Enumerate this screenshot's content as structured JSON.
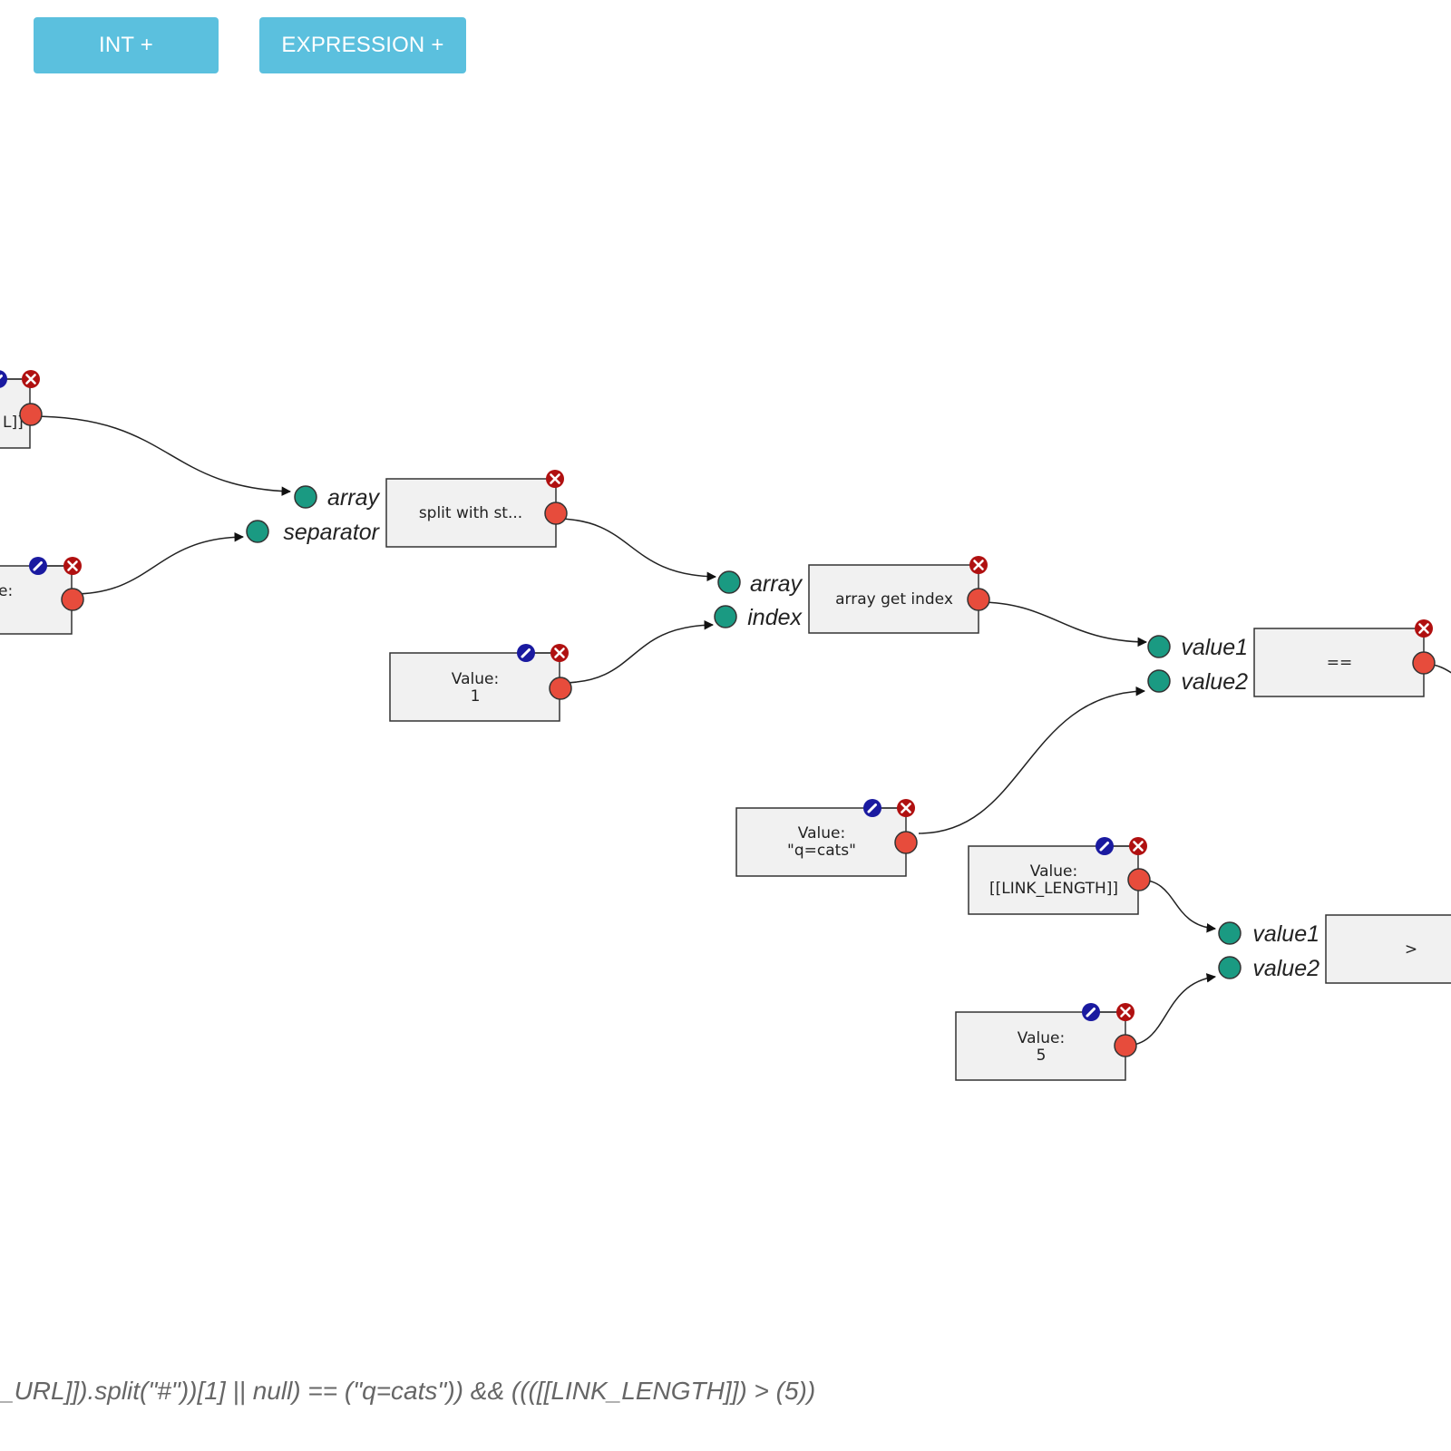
{
  "toolbar": {
    "int_button_label": "INT +",
    "expression_button_label": "EXPRESSION +"
  },
  "nodes": {
    "url_value": {
      "line1": "L]]"
    },
    "separator_value": {
      "line1": "e:"
    },
    "split": {
      "label": "split with st..."
    },
    "index_value": {
      "line1": "Value:",
      "line2": "1"
    },
    "array_get_index": {
      "label": "array get index"
    },
    "cats_value": {
      "line1": "Value:",
      "line2": "\"q=cats\""
    },
    "equals": {
      "label": "=="
    },
    "link_length_value": {
      "line1": "Value:",
      "line2": "[[LINK_LENGTH]]"
    },
    "five_value": {
      "line1": "Value:",
      "line2": "5"
    },
    "greater": {
      "label": ">"
    }
  },
  "ports": {
    "array": "array",
    "separator": "separator",
    "index": "index",
    "value1": "value1",
    "value2": "value2"
  },
  "expression": "_URL]]).split(\"#\"))[1] || null) == (\"q=cats\")) && ((([[LINK_LENGTH]]) > (5))",
  "colors": {
    "button": "#5bc0de",
    "input_port": "#1a9a82",
    "output_port": "#e74c3c",
    "delete_icon": "#b01010",
    "edit_icon": "#1a1aa0",
    "node_fill": "#f1f1f1"
  }
}
